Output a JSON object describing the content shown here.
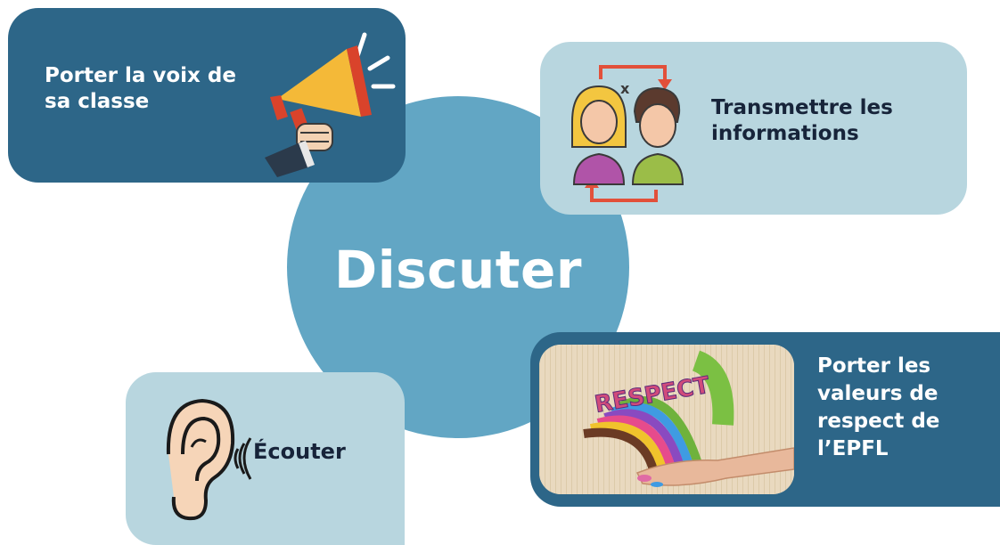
{
  "center": {
    "label": "Discuter"
  },
  "cards": [
    {
      "label": "Porter la voix de sa classe",
      "icon": "megaphone-icon"
    },
    {
      "label": "Transmettre les informations",
      "icon": "people-exchange-icon"
    },
    {
      "label": "Écouter",
      "icon": "ear-icon"
    },
    {
      "label": "Porter les valeurs de respect de l’EPFL",
      "icon": "respect-illustration"
    }
  ],
  "photo_word": "RESPECT",
  "colors": {
    "circle": "#62a6c4",
    "dark_card": "#2d6688",
    "light_card": "#b8d6df",
    "dark_text": "#17243a"
  }
}
